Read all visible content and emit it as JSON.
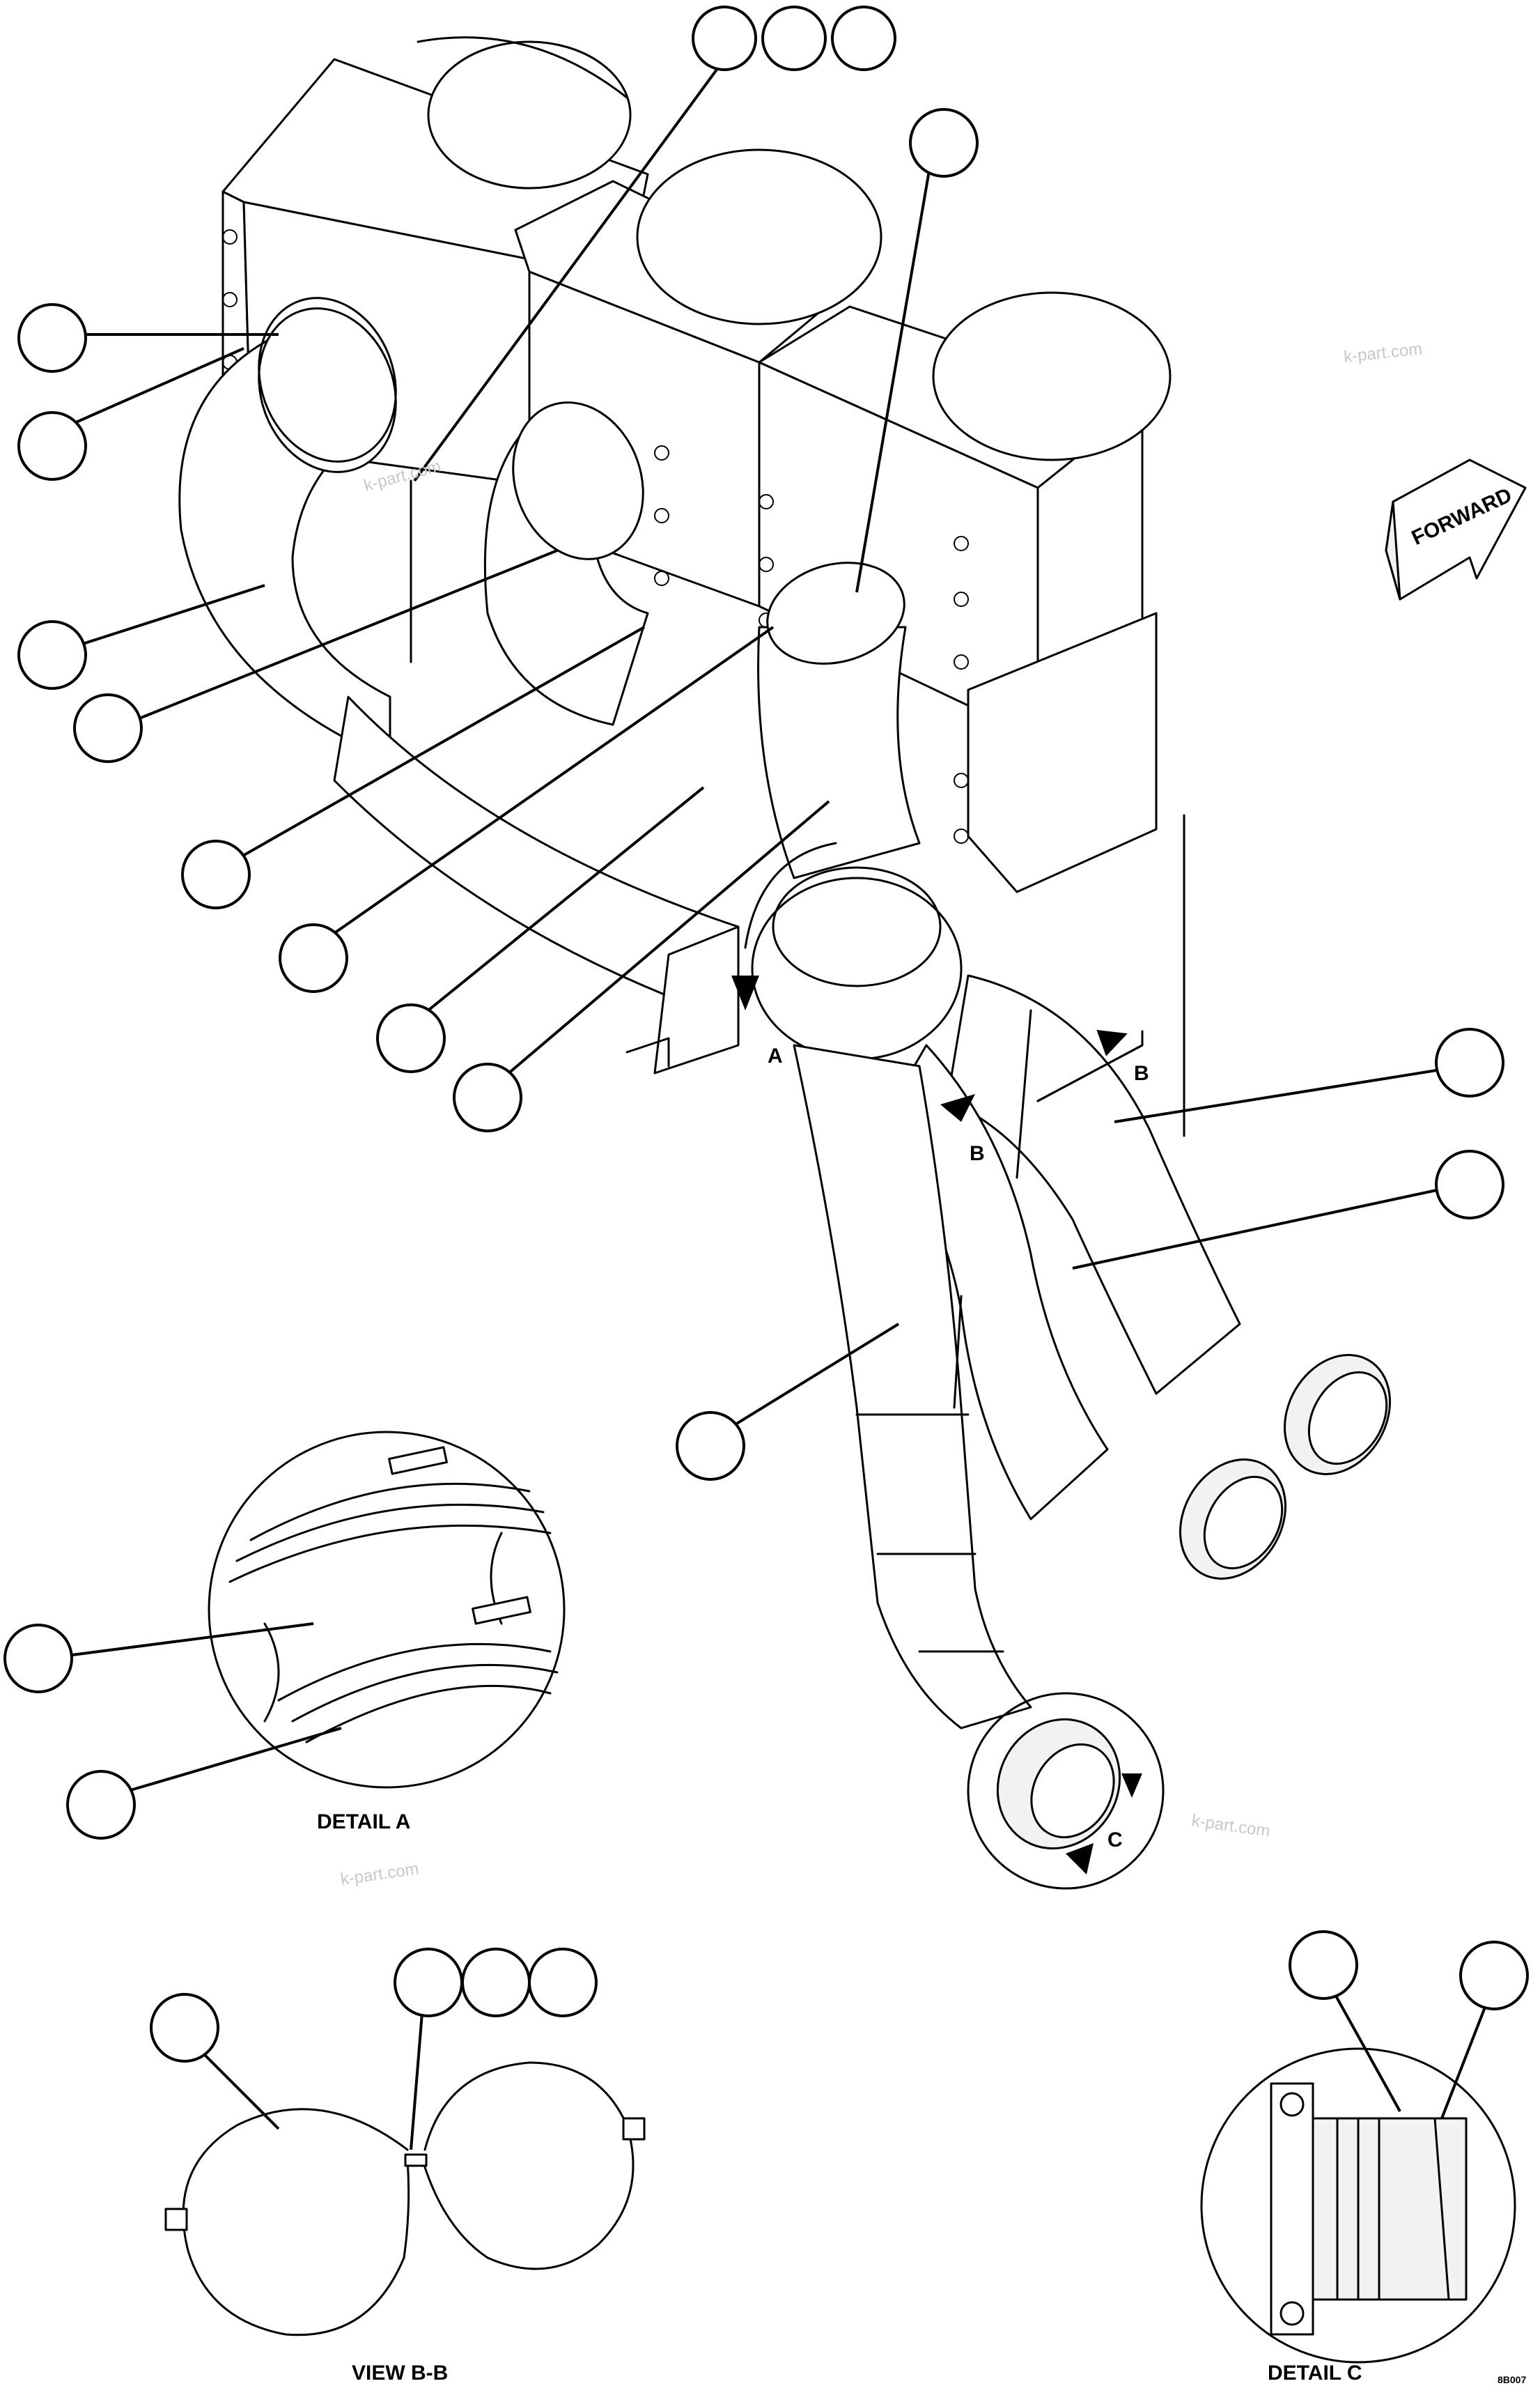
{
  "labels": {
    "forward": "FORWARD",
    "view_a": "A",
    "view_b_left": "B",
    "view_b_right": "B",
    "view_c": "C",
    "detail_a": "DETAIL A",
    "view_bb": "VIEW B-B",
    "detail_c": "DETAIL C",
    "watermark": "k-part.com",
    "drawing_number": "8B007"
  },
  "callouts": [
    {
      "id": "c1"
    },
    {
      "id": "c2"
    },
    {
      "id": "c3"
    },
    {
      "id": "c4"
    },
    {
      "id": "c5"
    },
    {
      "id": "c6"
    },
    {
      "id": "c7"
    },
    {
      "id": "c8"
    },
    {
      "id": "c9"
    },
    {
      "id": "c10"
    },
    {
      "id": "c11"
    },
    {
      "id": "c12"
    },
    {
      "id": "c13"
    },
    {
      "id": "c14"
    },
    {
      "id": "c15"
    },
    {
      "id": "c16"
    },
    {
      "id": "c17"
    },
    {
      "id": "c18"
    },
    {
      "id": "c19"
    },
    {
      "id": "c20"
    },
    {
      "id": "c21"
    },
    {
      "id": "c22"
    },
    {
      "id": "c23"
    }
  ]
}
